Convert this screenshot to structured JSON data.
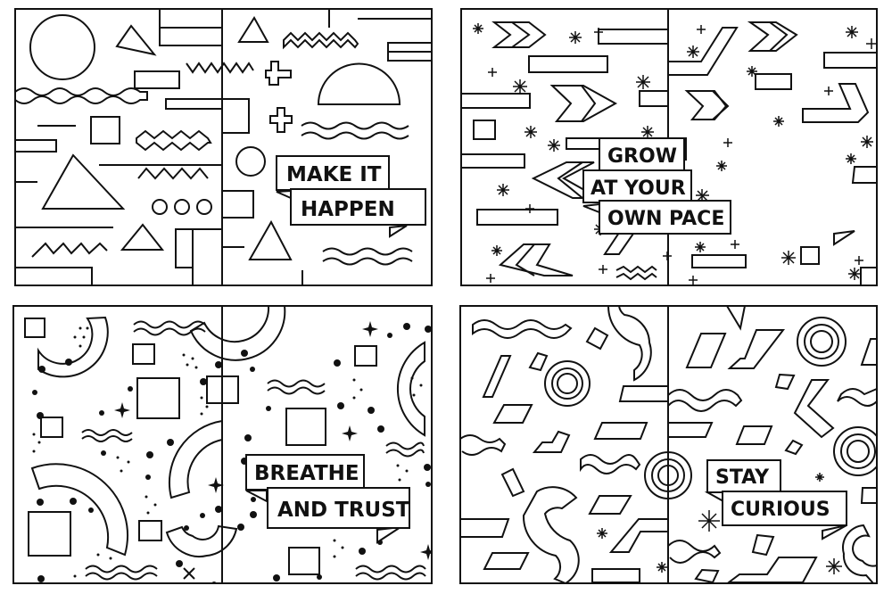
{
  "panels": [
    {
      "id": "make-it-happen",
      "position": "top-left",
      "style": "geometric shapes: circles, triangles, zigzags, rectangles, crosses, semicircle",
      "banner_lines": [
        "MAKE IT",
        "HAPPEN"
      ]
    },
    {
      "id": "grow-at-your-own-pace",
      "position": "top-right",
      "style": "chevrons, rectangles, sparkles, plus signs",
      "banner_lines": [
        "GROW",
        "AT YOUR",
        "OWN PACE"
      ]
    },
    {
      "id": "breathe-and-trust",
      "position": "bottom-left",
      "style": "arcs, squares, dots, zigzags, four-point stars",
      "banner_lines": [
        "BREATHE",
        "AND TRUST"
      ]
    },
    {
      "id": "stay-curious",
      "position": "bottom-right",
      "style": "squiggles, parallelograms, concentric circles, S-curves",
      "banner_lines": [
        "STAY",
        "CURIOUS"
      ]
    }
  ],
  "colors": {
    "ink": "#111111",
    "paper": "#ffffff"
  }
}
